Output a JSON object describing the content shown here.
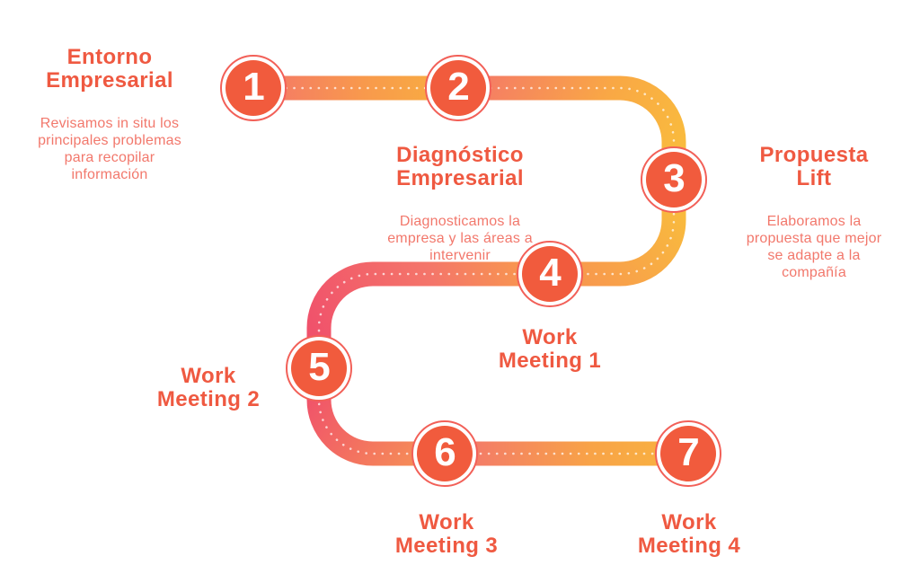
{
  "figure": {
    "type": "process-timeline",
    "step_count": 7,
    "background": "#ffffff"
  },
  "colors": {
    "circle_fill": "#f15b3d",
    "circle_outline": "#f26058",
    "title_text": "#ef5941",
    "description_text": "#f2786c",
    "path_coral": "#f4756a",
    "path_orange": "#f89b4c",
    "path_yellow": "#f9bc3d",
    "path_pink": "#f0506b",
    "path_dots": "#ffffff"
  },
  "steps": [
    {
      "number": "1",
      "title": "Entorno\nEmpresarial",
      "desc": "Revisamos in situ los\nprincipales problemas\npara recopilar\ninformación"
    },
    {
      "number": "2",
      "title": "Diagnóstico\nEmpresarial",
      "desc": "Diagnosticamos la\nempresa y las áreas a\nintervenir"
    },
    {
      "number": "3",
      "title": "Propuesta\nLift",
      "desc": "Elaboramos la\npropuesta que mejor\nse adapte a la\ncompañía"
    },
    {
      "number": "4",
      "title": "Work\nMeeting 1",
      "desc": ""
    },
    {
      "number": "5",
      "title": "Work\nMeeting 2",
      "desc": ""
    },
    {
      "number": "6",
      "title": "Work\nMeeting 3",
      "desc": ""
    },
    {
      "number": "7",
      "title": "Work\nMeeting 4",
      "desc": ""
    }
  ]
}
